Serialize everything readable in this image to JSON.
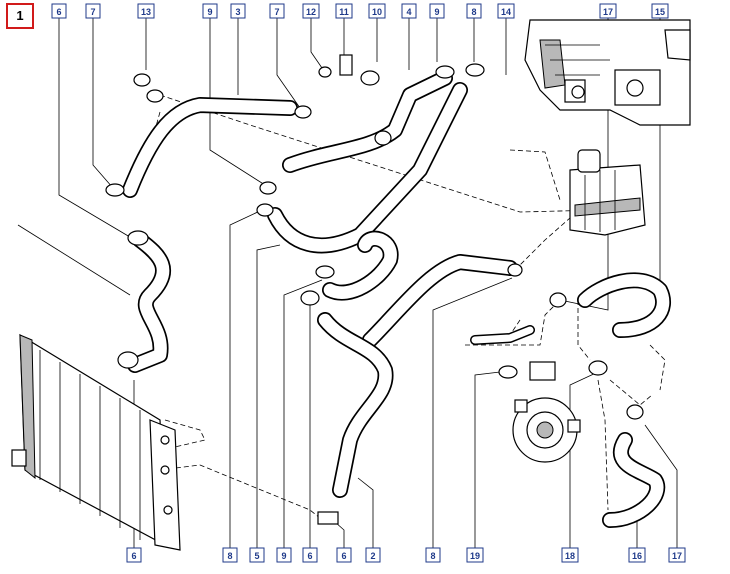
{
  "figure": {
    "id": "1"
  },
  "callouts_top": [
    "6",
    "7",
    "13",
    "9",
    "3",
    "7",
    "12",
    "11",
    "10",
    "4",
    "9",
    "8",
    "14",
    "17",
    "15"
  ],
  "callouts_bottom": [
    "6",
    "8",
    "5",
    "9",
    "6",
    "6",
    "2",
    "8",
    "19",
    "18",
    "16",
    "17"
  ],
  "colors": {
    "callout_border": "#1f3a8a",
    "figure_border": "#d11a1a",
    "line": "#000000"
  }
}
